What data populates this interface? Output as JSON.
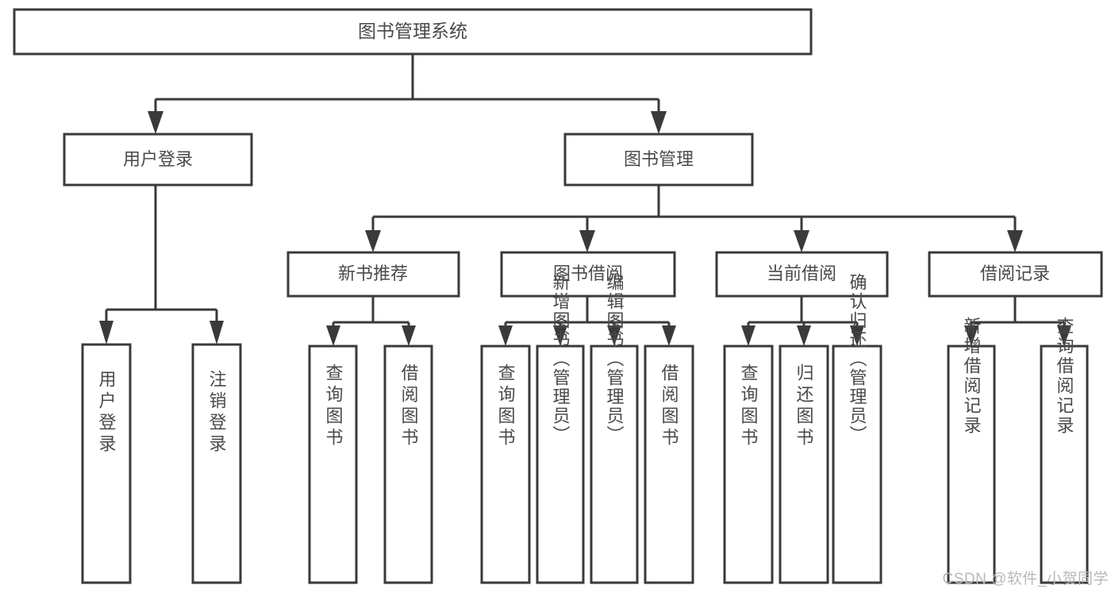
{
  "diagram": {
    "type": "tree",
    "title": "图书管理系统",
    "watermark": "CSDN @软件_小贺同学",
    "colors": {
      "box_stroke": "#3a3a3a",
      "box_fill": "#ffffff",
      "text": "#4a4a4a",
      "watermark": "#b8b8b8",
      "background": "#ffffff"
    },
    "levels": {
      "root": {
        "label": "图书管理系统"
      },
      "level2": [
        {
          "id": "user-login",
          "label": "用户登录"
        },
        {
          "id": "book-management",
          "label": "图书管理"
        }
      ],
      "level3": [
        {
          "id": "new-book-recommend",
          "label": "新书推荐",
          "parent": "book-management"
        },
        {
          "id": "book-borrow",
          "label": "图书借阅",
          "parent": "book-management"
        },
        {
          "id": "current-borrow",
          "label": "当前借阅",
          "parent": "book-management"
        },
        {
          "id": "borrow-record",
          "label": "借阅记录",
          "parent": "book-management"
        }
      ],
      "leaves": [
        {
          "id": "leaf-user-login",
          "label": "用户登录",
          "parent": "user-login"
        },
        {
          "id": "leaf-logout-login",
          "label": "注销登录",
          "parent": "user-login"
        },
        {
          "id": "leaf-query-book-1",
          "label": "查询图书",
          "parent": "new-book-recommend"
        },
        {
          "id": "leaf-borrow-book-1",
          "label": "借阅图书",
          "parent": "new-book-recommend"
        },
        {
          "id": "leaf-query-book-2",
          "label": "查询图书",
          "parent": "book-borrow"
        },
        {
          "id": "leaf-add-book",
          "label": "新增图书（管理员）",
          "parent": "book-borrow"
        },
        {
          "id": "leaf-edit-book",
          "label": "编辑图书（管理员）",
          "parent": "book-borrow"
        },
        {
          "id": "leaf-borrow-book-2",
          "label": "借阅图书",
          "parent": "book-borrow"
        },
        {
          "id": "leaf-query-book-3",
          "label": "查询图书",
          "parent": "current-borrow"
        },
        {
          "id": "leaf-return-book",
          "label": "归还图书",
          "parent": "current-borrow"
        },
        {
          "id": "leaf-confirm-return",
          "label": "确认归还（管理员）",
          "parent": "current-borrow"
        },
        {
          "id": "leaf-add-record",
          "label": "新增借阅记录",
          "parent": "borrow-record"
        },
        {
          "id": "leaf-query-record",
          "label": "查询借阅记录",
          "parent": "borrow-record"
        }
      ]
    }
  }
}
